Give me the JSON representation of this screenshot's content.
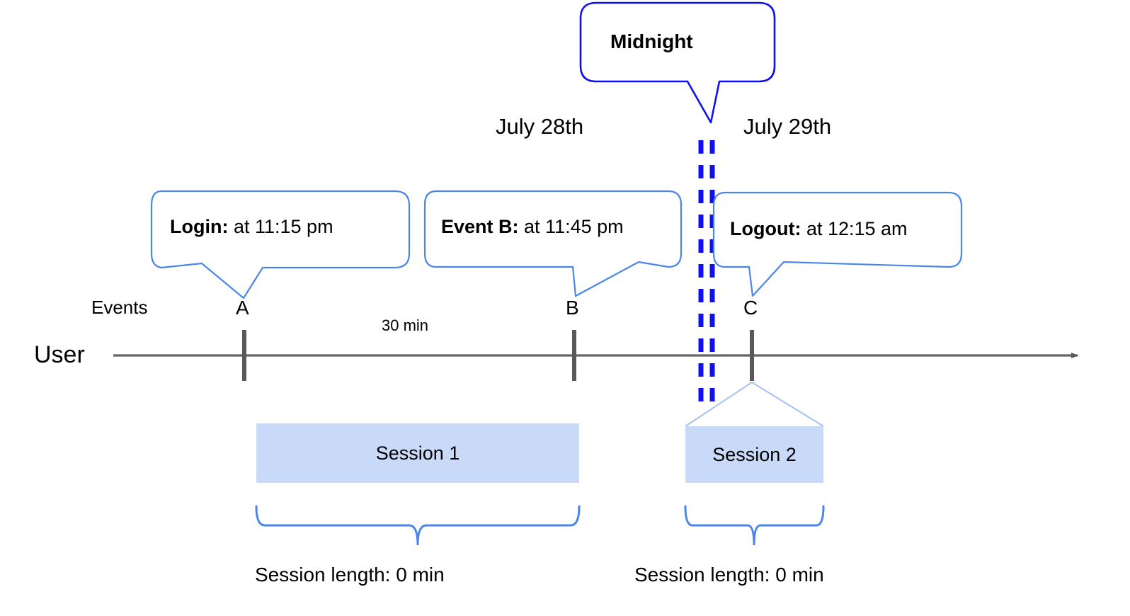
{
  "diagram": {
    "title_callout": {
      "label": "Midnight",
      "border_color": "#1010f0"
    },
    "dates": [
      {
        "label": "July 28th"
      },
      {
        "label": "July 29th"
      }
    ],
    "event_callouts": [
      {
        "name": "login",
        "bold": "Login:",
        "rest": " at 11:15 pm"
      },
      {
        "name": "event-b",
        "bold": "Event B:",
        "rest": " at 11:45 pm"
      },
      {
        "name": "logout",
        "bold": "Logout:",
        "rest": " at 12:15 am"
      }
    ],
    "row_labels": {
      "events": "Events",
      "user": "User"
    },
    "ticks": [
      {
        "label": "A"
      },
      {
        "label": "B"
      },
      {
        "label": "C"
      }
    ],
    "duration_label": "30 min",
    "sessions": [
      {
        "label": "Session 1",
        "length_label": "Session length: 0 min"
      },
      {
        "label": "Session 2",
        "length_label": "Session length: 0 min"
      }
    ],
    "colors": {
      "callout_border": "#4a86e8",
      "midnight_border": "#1010f0",
      "midnight_dash": "#1010f0",
      "axis": "#666666",
      "tick": "#595959",
      "session_fill": "#c9daf8",
      "session_edge": "#a4c2f4",
      "brace": "#4a86e8",
      "text": "#000000"
    }
  }
}
